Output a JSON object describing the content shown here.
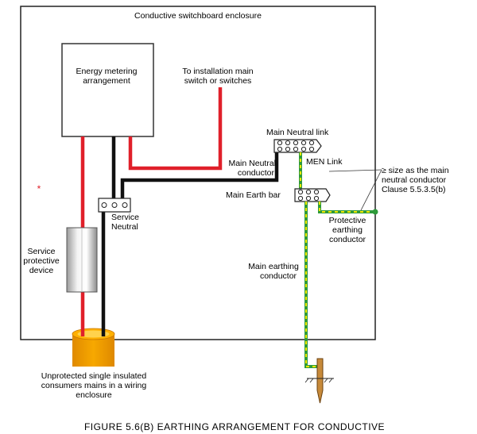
{
  "enclosure": {
    "label": "Conductive switchboard enclosure"
  },
  "meter": {
    "line1": "Energy metering",
    "line2": "arrangement"
  },
  "main_switch": {
    "line1": "To installation main",
    "line2": "switch or switches"
  },
  "neutral_link": {
    "label": "Main Neutral link"
  },
  "men_link": {
    "label": "MEN Link"
  },
  "size_note": {
    "line1": "≥ size as the main",
    "line2": "neutral conductor",
    "line3": "Clause 5.5.3.5(b)"
  },
  "main_neutral_conductor": {
    "line1": "Main Neutral",
    "line2": "conductor"
  },
  "earth_bar": {
    "label": "Main Earth bar"
  },
  "service_neutral": {
    "line1": "Service",
    "line2": "Neutral"
  },
  "protective_earthing": {
    "line1": "Protective",
    "line2": "earthing",
    "line3": "conductor"
  },
  "service_device": {
    "line1": "Service",
    "line2": "protective",
    "line3": "device"
  },
  "main_earthing": {
    "line1": "Main earthing",
    "line2": "conductor"
  },
  "asterisk": "*",
  "consumers_mains": {
    "line1": "Unprotected single insulated",
    "line2": "consumers mains in a wiring",
    "line3": "enclosure"
  },
  "caption": "FIGURE  5.6(B)   EARTHING ARRANGEMENT FOR CONDUCTIVE",
  "colors": {
    "active": "#e0202a",
    "neutral": "#111111",
    "earth_green": "#2e9a3a",
    "earth_yellow": "#f2e800",
    "conduit": "#f5a200",
    "meter_border": "#333333"
  }
}
